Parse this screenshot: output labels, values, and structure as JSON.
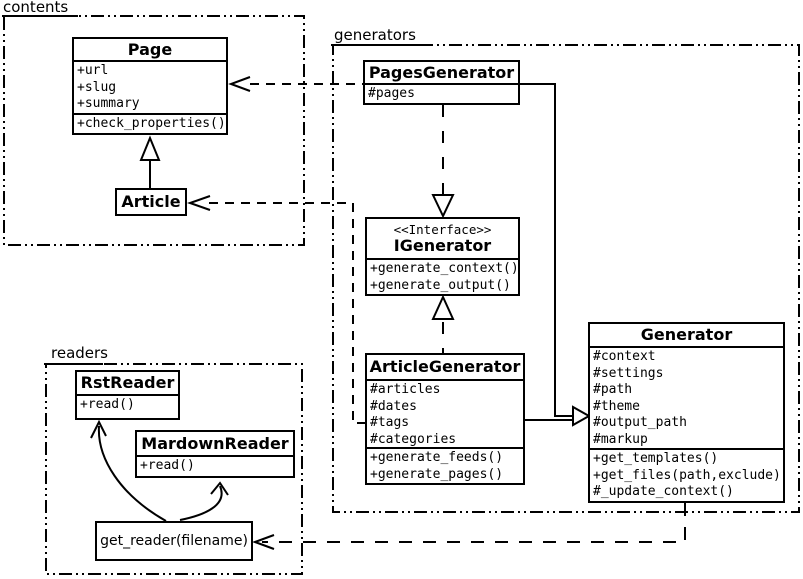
{
  "packages": {
    "contents": {
      "label": "contents"
    },
    "generators": {
      "label": "generators"
    },
    "readers": {
      "label": "readers"
    }
  },
  "classes": {
    "page": {
      "name": "Page",
      "attributes": [
        "+url",
        "+slug",
        "+summary"
      ],
      "methods": [
        "+check_properties()"
      ]
    },
    "article": {
      "name": "Article"
    },
    "pages_generator": {
      "name": "PagesGenerator",
      "attributes": [
        "#pages"
      ]
    },
    "igenerator": {
      "stereotype": "<<Interface>>",
      "name": "IGenerator",
      "methods": [
        "+generate_context()",
        "+generate_output()"
      ]
    },
    "article_generator": {
      "name": "ArticleGenerator",
      "attributes": [
        "#articles",
        "#dates",
        "#tags",
        "#categories"
      ],
      "methods": [
        "+generate_feeds()",
        "+generate_pages()"
      ]
    },
    "generator": {
      "name": "Generator",
      "attributes": [
        "#context",
        "#settings",
        "#path",
        "#theme",
        "#output_path",
        "#markup"
      ],
      "methods": [
        "+get_templates()",
        "+get_files(path,exclude)",
        "#_update_context()"
      ]
    },
    "rst_reader": {
      "name": "RstReader",
      "methods": [
        "+read()"
      ]
    },
    "mardown_reader": {
      "name": "MardownReader",
      "methods": [
        "+read()"
      ]
    },
    "get_reader": {
      "label": "get_reader(filename)"
    }
  },
  "colors": {
    "line": "#000000",
    "background": "#ffffff",
    "box_fill": "#ffffff"
  }
}
